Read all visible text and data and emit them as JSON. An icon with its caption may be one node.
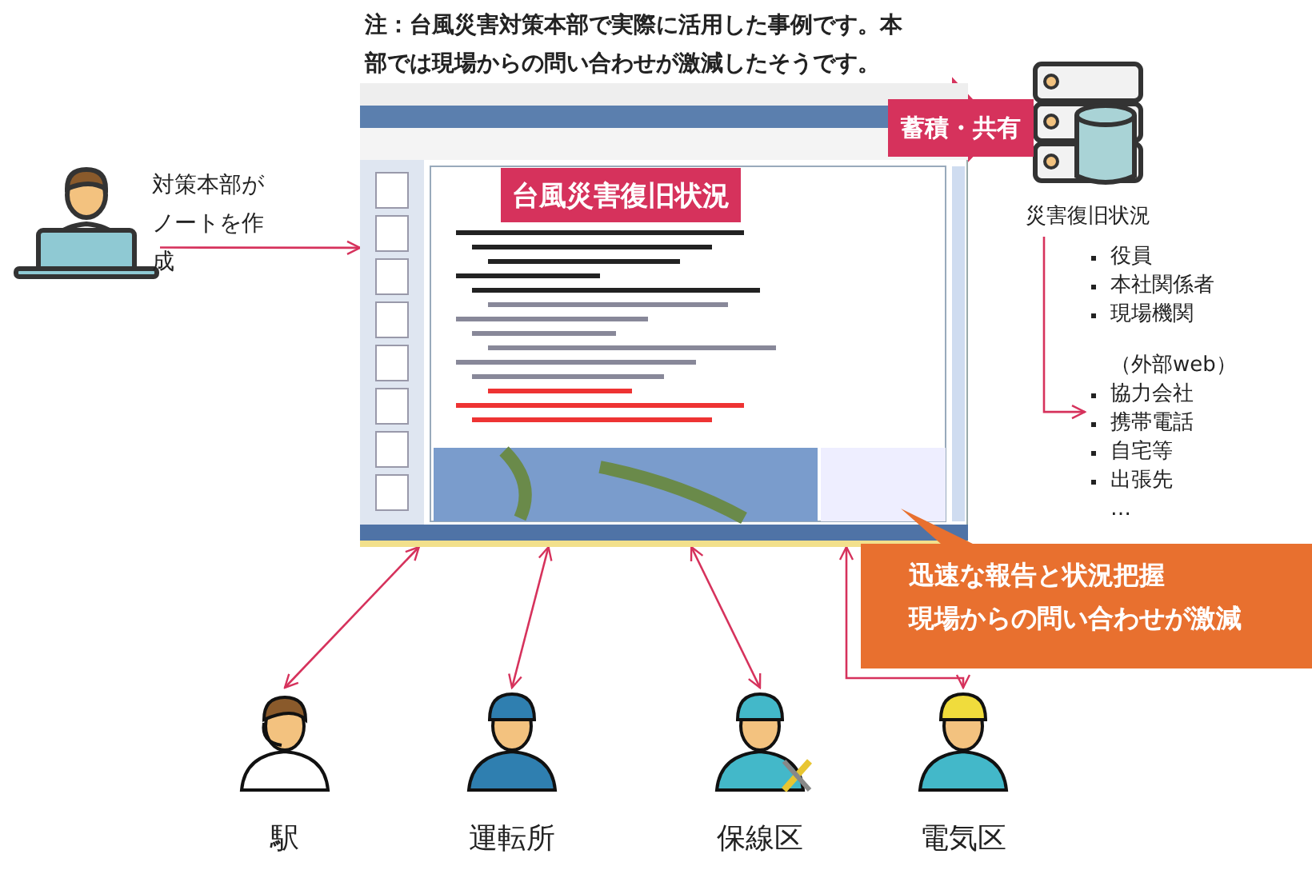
{
  "diagram": {
    "nodes": [
      {
        "text": [],
        "shape": "person"
      },
      {
        "text": [],
        "shape": "picture"
      },
      {
        "text": [
          "台風災害復旧状況"
        ],
        "in": 1
      },
      {
        "text": [
          "災害復旧状況"
        ]
      },
      {
        "text": [
          "役員",
          "本社関係者",
          "現場機関",
          "（外部web）",
          "協力会社",
          "携帯電話",
          "自宅等",
          "出張先",
          "…"
        ]
      },
      {
        "text": [
          "迅速な報告と状況把握",
          "現場からの問い合わせが激減"
        ]
      },
      {
        "text": [
          "駅"
        ]
      },
      {
        "text": [
          "運転所"
        ]
      },
      {
        "text": [
          "保線区"
        ]
      },
      {
        "text": [
          "電気区"
        ]
      }
    ],
    "edges": [
      {
        "from": 0,
        "to": 1,
        "arrow": "to",
        "label": "対策本部がノートを作成"
      },
      {
        "from": 1,
        "to": 3,
        "arrow": "to",
        "label": "蓄積・共有",
        "style": "thick"
      },
      {
        "from": 3,
        "to": 4,
        "arrow": "to"
      },
      {
        "from": 1,
        "to": 6,
        "arrow": "both"
      },
      {
        "from": 1,
        "to": 7,
        "arrow": "both"
      },
      {
        "from": 1,
        "to": 8,
        "arrow": "both"
      },
      {
        "from": 1,
        "to": 9,
        "arrow": "both"
      }
    ],
    "labels": [
      "注：台風災害対策本部で実際に活用した事例です。本部では現場からの問い合わせが激減したそうです。"
    ]
  }
}
